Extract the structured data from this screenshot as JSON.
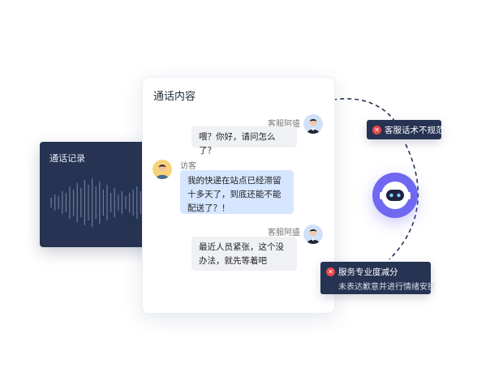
{
  "call_record": {
    "title": "通话记录"
  },
  "conversation": {
    "title": "通话内容",
    "messages": [
      {
        "speaker": "客服阿盛",
        "text": "喂？你好，请问怎么了？"
      },
      {
        "speaker": "访客",
        "text": "我的快递在站点已经滞留十多天了，到底还能不能配送了？！"
      },
      {
        "speaker": "客服阿盛",
        "text": "最近人员紧张，这个没办法，就先等着吧"
      }
    ]
  },
  "tags": {
    "tag1": {
      "label": "客服话术不规范"
    },
    "tag2": {
      "label": "服务专业度减分",
      "detail": "未表达歉意并进行情绪安抚"
    }
  },
  "colors": {
    "dark_panel": "#263352",
    "visitor_bubble": "#d6e6ff",
    "agent_bubble": "#eff1f4",
    "alert_red": "#e5484d",
    "robot_purple": "#6f68f0"
  },
  "icons": [
    "close-icon",
    "robot-icon",
    "agent-avatar",
    "visitor-avatar",
    "waveform"
  ]
}
